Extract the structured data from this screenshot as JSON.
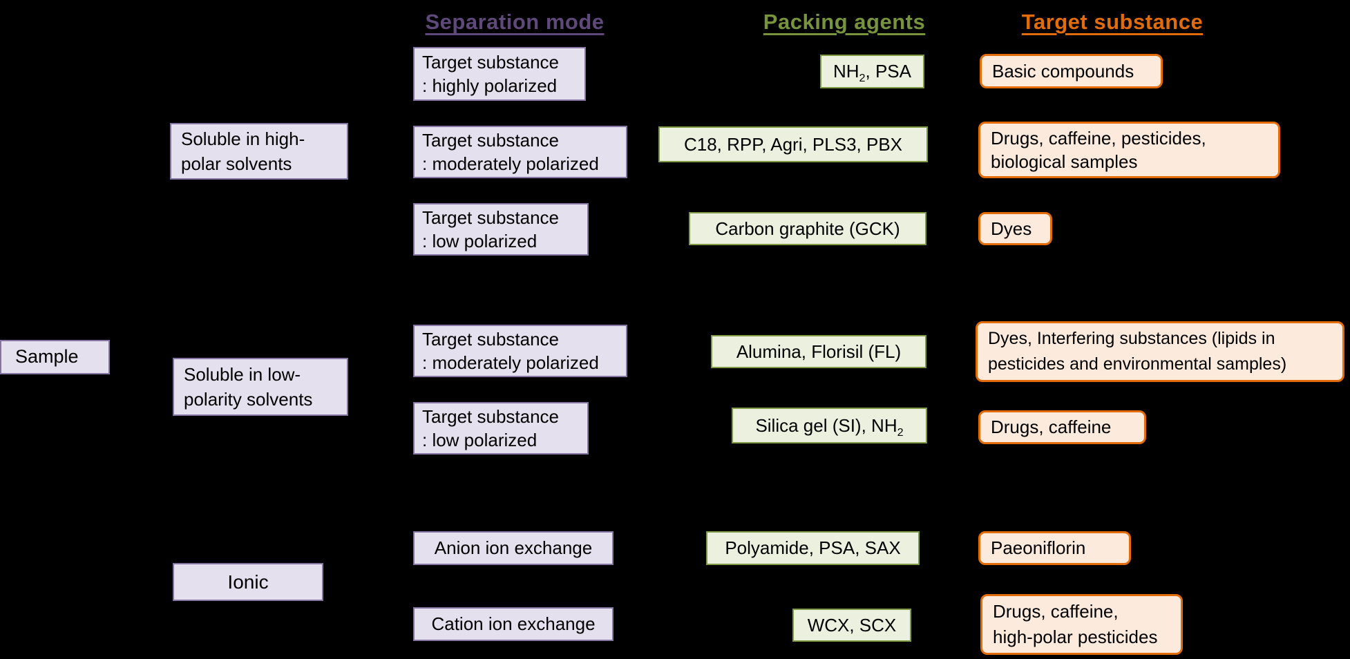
{
  "headers": {
    "separation_mode": "Separation mode",
    "packing_agents": "Packing agents",
    "target_substance": "Target substance"
  },
  "colors": {
    "background": "#000000",
    "header_separation_mode": "#5F497A",
    "header_packing_agents": "#77933C",
    "header_target_substance": "#E36C0A",
    "mode_box_fill": "#E5E0ED",
    "mode_box_border": "#8475A3",
    "packing_box_fill": "#ECF1DF",
    "packing_box_border": "#7E9A44",
    "target_box_fill": "#FCEADC",
    "target_box_border": "#E36C0A",
    "text": "#000000"
  },
  "sample": {
    "label": "Sample"
  },
  "branches": {
    "high_polar": {
      "label": "Soluble in high-\npolar solvents"
    },
    "low_polarity": {
      "label": "Soluble in low-\npolarity solvents"
    },
    "ionic": {
      "label": "Ionic"
    }
  },
  "modes": {
    "highly_polarized": "Target substance\n: highly polarized",
    "moderately_polarized_1": "Target substance\n: moderately polarized",
    "low_polarized_1": "Target substance\n: low polarized",
    "moderately_polarized_2": "Target substance\n: moderately polarized",
    "low_polarized_2": "Target substance\n: low polarized",
    "anion_exchange": "Anion ion exchange",
    "cation_exchange": "Cation ion exchange"
  },
  "packings": {
    "nh2_psa": {
      "pre": "NH",
      "sub": "2",
      "post": ", PSA"
    },
    "c18": "C18, RPP, Agri, PLS3, PBX",
    "carbon_graphite": "Carbon graphite (GCK)",
    "alumina": "Alumina, Florisil (FL)",
    "silica": {
      "pre": "Silica gel (SI), NH",
      "sub": "2",
      "post": ""
    },
    "polyamide": "Polyamide, PSA, SAX",
    "wcx_scx": "WCX, SCX"
  },
  "targets": {
    "basic": "Basic compounds",
    "drugs_pesticides": "Drugs, caffeine, pesticides,\nbiological samples",
    "dyes": "Dyes",
    "dyes_interfering": "Dyes, Interfering substances (lipids in\npesticides and environmental samples)",
    "drugs_caffeine": "Drugs, caffeine",
    "paeoniflorin": "Paeoniflorin",
    "drugs_high_polar": "Drugs, caffeine,\nhigh-polar pesticides"
  }
}
